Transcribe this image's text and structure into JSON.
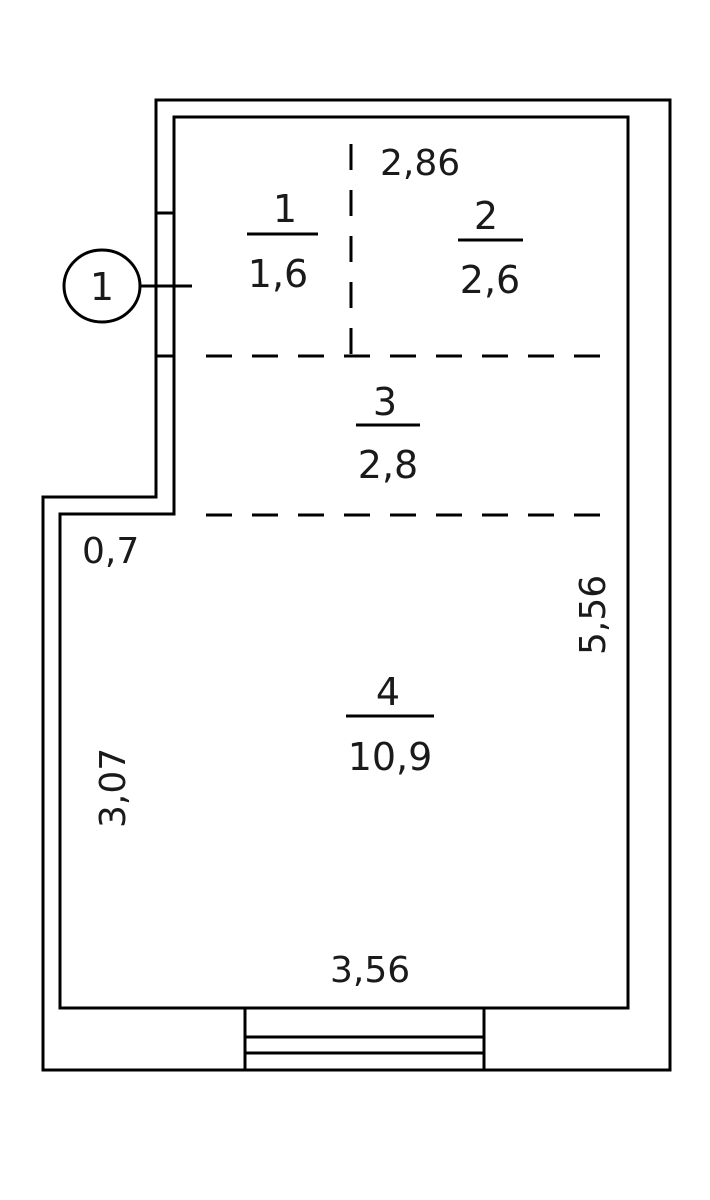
{
  "rooms": [
    {
      "number": "1",
      "area": "1,6"
    },
    {
      "number": "2",
      "area": "2,6"
    },
    {
      "number": "3",
      "area": "2,8"
    },
    {
      "number": "4",
      "area": "10,9"
    }
  ],
  "dimensions": {
    "top_width": "2,86",
    "step": "0,7",
    "right_height": "5,56",
    "left_height": "3,07",
    "bottom_width": "3,56"
  },
  "entrance_marker": "1"
}
